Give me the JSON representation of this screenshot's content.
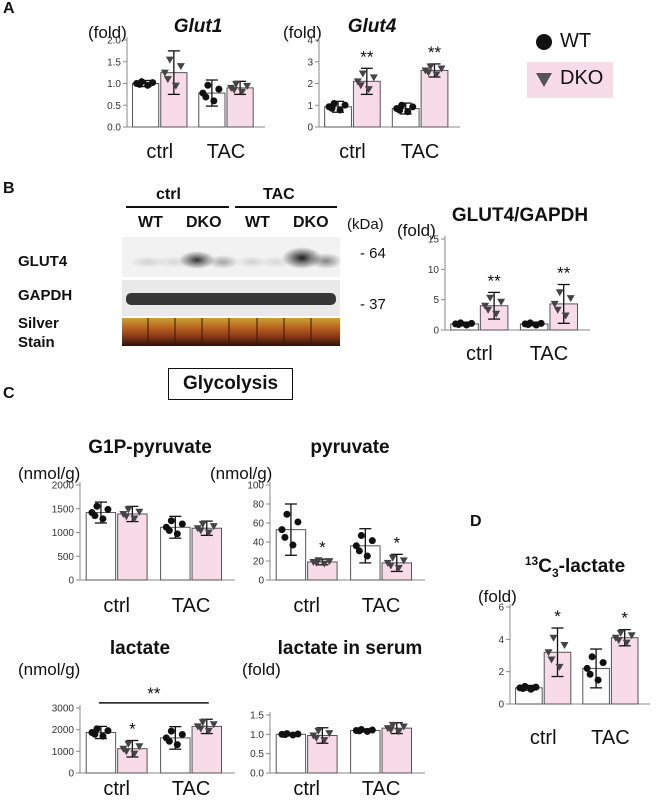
{
  "panels": {
    "A": "A",
    "B": "B",
    "C": "C",
    "D": "D"
  },
  "legend": {
    "wt": "WT",
    "dko": "DKO"
  },
  "colors": {
    "wt_fill": "#ffffff",
    "dko_fill": "#f7dbe6",
    "stroke": "#555555",
    "dots": "#111111",
    "axis": "#888888"
  },
  "glycolysis_box": "Glycolysis",
  "blot": {
    "groups": [
      "ctrl",
      "TAC"
    ],
    "lanes": [
      "WT",
      "DKO",
      "WT",
      "DKO"
    ],
    "kda_label": "(kDa)",
    "rows": [
      "GLUT4",
      "GAPDH",
      "Silver\nStain"
    ],
    "markers": [
      "64",
      "37"
    ]
  },
  "chart_data": [
    {
      "id": "glut1",
      "type": "bar",
      "title": "Glut1",
      "ylabel": "(fold)",
      "ylim": [
        0,
        2.0
      ],
      "yticks": [
        "0.0",
        "0.5",
        "1.0",
        "1.5",
        "2.0"
      ],
      "categories": [
        "ctrl",
        "TAC"
      ],
      "series": [
        {
          "name": "WT",
          "values": [
            1.0,
            0.78
          ],
          "err": [
            0.07,
            0.3
          ]
        },
        {
          "name": "DKO",
          "values": [
            1.25,
            0.9
          ],
          "err": [
            0.5,
            0.15
          ]
        }
      ],
      "stars": [],
      "bracket": null
    },
    {
      "id": "glut4",
      "type": "bar",
      "title": "Glut4",
      "ylabel": "(fold)",
      "ylim": [
        0,
        4
      ],
      "yticks": [
        "0",
        "1",
        "2",
        "3",
        "4"
      ],
      "categories": [
        "ctrl",
        "TAC"
      ],
      "series": [
        {
          "name": "WT",
          "values": [
            0.93,
            0.85
          ],
          "err": [
            0.25,
            0.25
          ]
        },
        {
          "name": "DKO",
          "values": [
            2.1,
            2.6
          ],
          "err": [
            0.6,
            0.3
          ]
        }
      ],
      "stars": [
        {
          "cat": 0,
          "series": 1,
          "text": "**"
        },
        {
          "cat": 1,
          "series": 1,
          "text": "**"
        }
      ],
      "bracket": null
    },
    {
      "id": "glut4gapdh",
      "type": "bar",
      "title": "GLUT4/GAPDH",
      "ylabel": "(fold)",
      "ylim": [
        0,
        15
      ],
      "yticks": [
        "0",
        "5",
        "10",
        "15"
      ],
      "categories": [
        "ctrl",
        "TAC"
      ],
      "series": [
        {
          "name": "WT",
          "values": [
            1.0,
            1.0
          ],
          "err": [
            0.3,
            0.3
          ]
        },
        {
          "name": "DKO",
          "values": [
            4.0,
            4.3
          ],
          "err": [
            2.2,
            3.2
          ]
        }
      ],
      "stars": [
        {
          "cat": 0,
          "series": 1,
          "text": "**"
        },
        {
          "cat": 1,
          "series": 1,
          "text": "**"
        }
      ],
      "bracket": null
    },
    {
      "id": "g1p",
      "type": "bar",
      "title": "G1P-pyruvate",
      "ylabel": "(nmol/g)",
      "ylim": [
        0,
        2000
      ],
      "yticks": [
        "0",
        "500",
        "1000",
        "1500",
        "2000"
      ],
      "categories": [
        "ctrl",
        "TAC"
      ],
      "series": [
        {
          "name": "WT",
          "values": [
            1420,
            1110
          ],
          "err": [
            220,
            230
          ]
        },
        {
          "name": "DKO",
          "values": [
            1390,
            1090
          ],
          "err": [
            160,
            150
          ]
        }
      ],
      "stars": [],
      "bracket": null
    },
    {
      "id": "pyruvate",
      "type": "bar",
      "title": "pyruvate",
      "ylabel": "(nmol/g)",
      "ylim": [
        0,
        100
      ],
      "yticks": [
        "0",
        "20",
        "40",
        "60",
        "80",
        "100"
      ],
      "categories": [
        "ctrl",
        "TAC"
      ],
      "series": [
        {
          "name": "WT",
          "values": [
            53,
            36
          ],
          "err": [
            27,
            18
          ]
        },
        {
          "name": "DKO",
          "values": [
            19,
            18
          ],
          "err": [
            3,
            9
          ]
        }
      ],
      "stars": [
        {
          "cat": 0,
          "series": 1,
          "text": "*"
        },
        {
          "cat": 1,
          "series": 1,
          "text": "*"
        }
      ],
      "bracket": null
    },
    {
      "id": "lactate",
      "type": "bar",
      "title": "lactate",
      "ylabel": "(nmol/g)",
      "ylim": [
        0,
        3000
      ],
      "yticks": [
        "0",
        "1000",
        "2000",
        "3000"
      ],
      "categories": [
        "ctrl",
        "TAC"
      ],
      "series": [
        {
          "name": "WT",
          "values": [
            1870,
            1620
          ],
          "err": [
            280,
            520
          ]
        },
        {
          "name": "DKO",
          "values": [
            1120,
            2150
          ],
          "err": [
            380,
            330
          ]
        }
      ],
      "stars": [
        {
          "cat": 0,
          "series": 1,
          "text": "*"
        }
      ],
      "bracket": {
        "from_cat": 0,
        "to_cat": 1,
        "value": 3050,
        "text": "**"
      }
    },
    {
      "id": "lactate_serum",
      "type": "bar",
      "title": "lactate in serum",
      "ylabel": "(fold)",
      "ylim": [
        0,
        1.5
      ],
      "yticks": [
        "0.0",
        "0.5",
        "1.0",
        "1.5"
      ],
      "categories": [
        "ctrl",
        "TAC"
      ],
      "series": [
        {
          "name": "WT",
          "values": [
            1.0,
            1.1
          ],
          "err": [
            0.03,
            0.04
          ]
        },
        {
          "name": "DKO",
          "values": [
            0.97,
            1.16
          ],
          "err": [
            0.2,
            0.14
          ]
        }
      ],
      "stars": [],
      "bracket": null
    },
    {
      "id": "c13lactate",
      "type": "bar",
      "title": "13C3-lactate",
      "title_html": "<sup>13</sup>C<sub>3</sub>-lactate",
      "ylabel": "(fold)",
      "ylim": [
        0,
        6
      ],
      "yticks": [
        "0",
        "2",
        "4",
        "6"
      ],
      "categories": [
        "ctrl",
        "TAC"
      ],
      "series": [
        {
          "name": "WT",
          "values": [
            1.0,
            2.2
          ],
          "err": [
            0.15,
            1.2
          ]
        },
        {
          "name": "DKO",
          "values": [
            3.2,
            4.1
          ],
          "err": [
            1.5,
            0.5
          ]
        }
      ],
      "stars": [
        {
          "cat": 0,
          "series": 1,
          "text": "*"
        },
        {
          "cat": 1,
          "series": 1,
          "text": "*"
        }
      ],
      "bracket": null
    }
  ]
}
